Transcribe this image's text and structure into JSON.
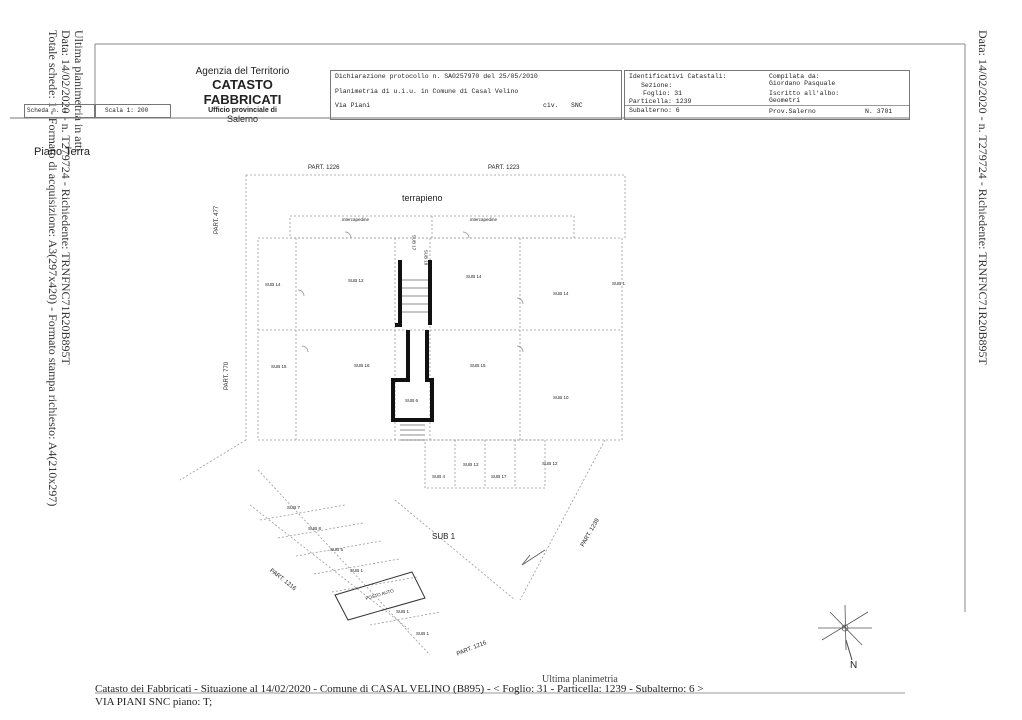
{
  "side_left": {
    "line1": "Ultima planimetria in atti",
    "line2": "Data: 14/02/2020 - n. T279724 - Richiedente: TRNFNC71R20B895T",
    "line3": "Totale schede: 1 - Formato di acquisizione: A3(297x420) - Formato stampa richiesto: A4(210x297)"
  },
  "side_right": "Data: 14/02/2020 - n. T279724 - Richiedente: TRNFNC71R20B895T",
  "header": {
    "agency": "Agenzia del Territorio",
    "catasto": "CATASTO FABBRICATI",
    "ufficio": "Ufficio provinciale di",
    "city": "Salerno",
    "scheda": "Scheda n. 1",
    "scala": "Scala 1: 200",
    "dichiarazione": "Dichiarazione protocollo n.   SA0257970 del   25/05/2010",
    "planimetria": "Planimetria di u.i.u. in Comune di Casal Velino",
    "via": "Via Piani",
    "civ_label": "civ.",
    "civ_value": "SNC",
    "ident_label": "Identificativi Catastali:",
    "sezione": "Sezione:",
    "foglio": "Foglio: 31",
    "particella": "Particella: 1239",
    "subalterno": "Subalterno: 6",
    "compilata": "Compilata da:",
    "compilatore": "Giordano Pasquale",
    "iscritto": "Iscritto all'albo:",
    "albo": "Geometri",
    "prov": "Prov.Salerno",
    "numero": "N.   3701"
  },
  "plan": {
    "piano": "Piano Terra",
    "part1226": "PART. 1226",
    "part1223": "PART. 1223",
    "terrapieno": "terrapieno",
    "part477": "PART. 477",
    "part770": "PART. 770",
    "part1239": "PART. 1239",
    "part1216a": "PART. 1216",
    "part1216b": "PART. 1216",
    "sub1": "SUB 1",
    "subs": [
      "SUB 14",
      "SUB 12",
      "SUB 14",
      "SUB 14",
      "SUB 1",
      "SUB 15",
      "SUB 16",
      "SUB 15",
      "SUB 10",
      "SUB 6",
      "SUB 4",
      "SUB 13",
      "SUB 17",
      "SUB 12",
      "SUB 7",
      "SUB 8",
      "SUB 5",
      "SUB 1",
      "SUB 1",
      "SUB 1",
      "SUB 17",
      "SUB 18"
    ],
    "intercapedine1": "intercapedine",
    "intercapedine2": "intercapedine",
    "posto_auto": "POSTO AUTO",
    "north": "N"
  },
  "footer": {
    "line1": "Catasto dei Fabbricati - Situazione al 14/02/2020 - Comune di CASAL VELINO (B895) - < Foglio: 31 - Particella: 1239 - Subalterno: 6 >",
    "line2": "VIA PIANI SNC piano: T;",
    "stamp": "Ultima planimetria"
  }
}
